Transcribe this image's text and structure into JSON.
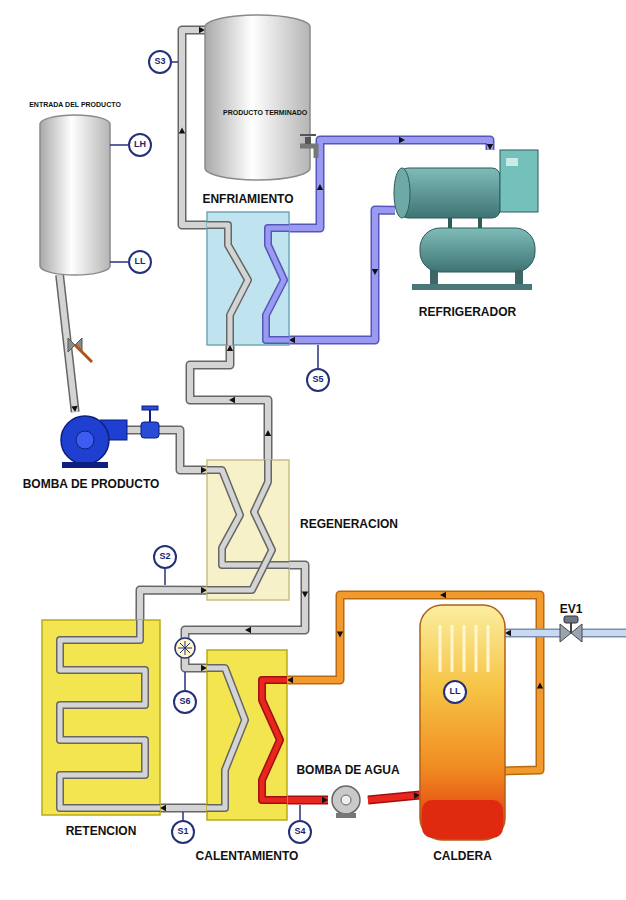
{
  "diagram": {
    "nodes": [
      {
        "text": [
          "ENTRADA DEL PRODUCTO"
        ]
      },
      {
        "text": [
          "LH"
        ]
      },
      {
        "text": [
          "LL"
        ]
      },
      {
        "text": [
          "PRODUCTO TERMINADO"
        ]
      },
      {
        "text": [
          "S3"
        ]
      },
      {
        "text": [
          "ENFRIAMIENTO"
        ]
      },
      {
        "text": [
          "REFRIGERADOR"
        ]
      },
      {
        "text": [
          "S5"
        ]
      },
      {
        "text": [
          "BOMBA DE PRODUCTO"
        ]
      },
      {
        "text": [
          "REGENERACION"
        ]
      },
      {
        "text": [
          "S2"
        ]
      },
      {
        "text": [
          "RETENCION"
        ]
      },
      {
        "text": [
          "S6"
        ]
      },
      {
        "text": [
          "CALENTAMIENTO"
        ]
      },
      {
        "text": [
          "S1"
        ]
      },
      {
        "text": [
          "S4"
        ]
      },
      {
        "text": [
          "BOMBA DE AGUA"
        ]
      },
      {
        "text": [
          "CALDERA"
        ]
      },
      {
        "text": [
          "LL"
        ],
        "in": 17
      },
      {
        "text": [
          "EV1"
        ]
      }
    ],
    "edges": [
      {
        "from": 0,
        "to": 8,
        "arrow": "to"
      },
      {
        "from": 8,
        "to": 9,
        "arrow": "to"
      },
      {
        "from": 9,
        "to": 13,
        "arrow": "to"
      },
      {
        "from": 13,
        "to": 11,
        "arrow": "to"
      },
      {
        "from": 11,
        "to": 9,
        "arrow": "to"
      },
      {
        "from": 9,
        "to": 5,
        "arrow": "to"
      },
      {
        "from": 5,
        "to": 3,
        "arrow": "to"
      },
      {
        "from": 5,
        "to": 6,
        "arrow": "to"
      },
      {
        "from": 6,
        "to": 5,
        "arrow": "to"
      },
      {
        "from": 17,
        "to": 13,
        "arrow": "to"
      },
      {
        "from": 13,
        "to": 16,
        "arrow": "to"
      },
      {
        "from": 16,
        "to": 17,
        "arrow": "to"
      },
      {
        "from": 19,
        "to": 17,
        "arrow": "to"
      }
    ]
  }
}
